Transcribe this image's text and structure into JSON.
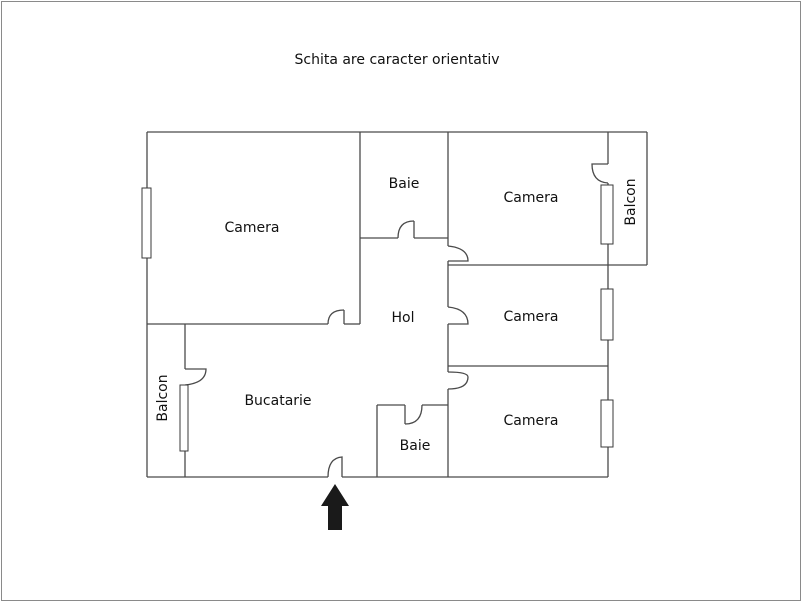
{
  "title": "Schita are caracter orientativ",
  "rooms": {
    "camera_large": "Camera",
    "baie_top": "Baie",
    "camera_top_right": "Camera",
    "balcon_right": "Balcon",
    "hol": "Hol",
    "camera_mid_right": "Camera",
    "balcon_left": "Balcon",
    "bucatarie": "Bucatarie",
    "baie_bottom": "Baie",
    "camera_bottom_right": "Camera"
  },
  "icons": {
    "entrance": "arrow-up-icon"
  },
  "colors": {
    "walls": "#4a4a4a",
    "arrow": "#1a1a1a",
    "border": "#8a8a8a"
  }
}
